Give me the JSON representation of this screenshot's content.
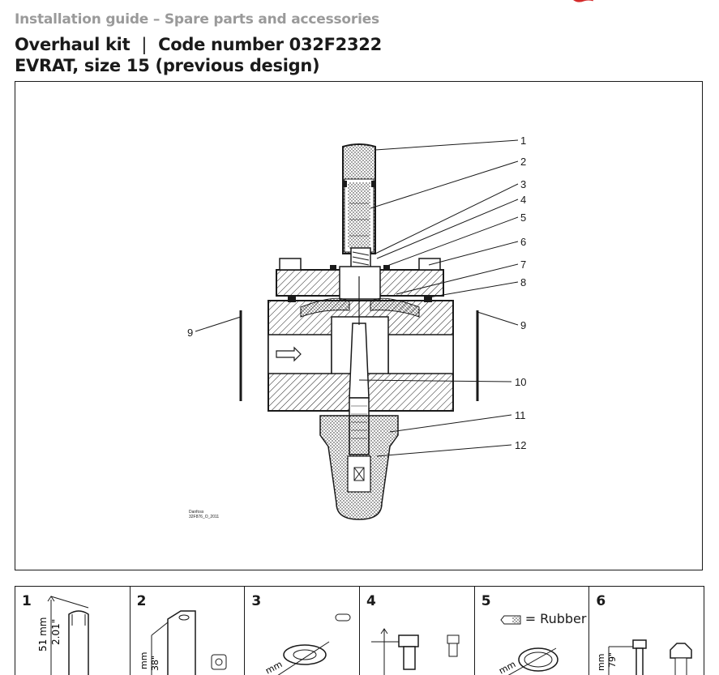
{
  "header": {
    "supertitle": "Installation guide – Spare parts and accessories",
    "title_left": "Overhaul kit",
    "title_sep": "|",
    "title_right": "Code number 032F2322",
    "subtitle": "EVRAT, size 15 (previous design)"
  },
  "drawing": {
    "callouts": [
      "1",
      "2",
      "3",
      "4",
      "5",
      "6",
      "7",
      "8",
      "9",
      "9",
      "10",
      "11",
      "12"
    ],
    "caption_line1": "Danfoss",
    "caption_line2": "32F876_O_2011"
  },
  "parts": [
    {
      "num": "1",
      "dim_mm": "51 mm",
      "dim_in": "2.01\""
    },
    {
      "num": "2",
      "dim_mm": "mm",
      "dim_in": "38\""
    },
    {
      "num": "3",
      "dim_mm": "mm"
    },
    {
      "num": "4"
    },
    {
      "num": "5",
      "legend": "= Rubber",
      "dim_mm": "mm"
    },
    {
      "num": "6",
      "dim_mm": "mm",
      "dim_in": "79\""
    }
  ],
  "colors": {
    "accent": "#d42a2a",
    "heading_grey": "#9a9a9a",
    "ink": "#1a1a1a"
  }
}
